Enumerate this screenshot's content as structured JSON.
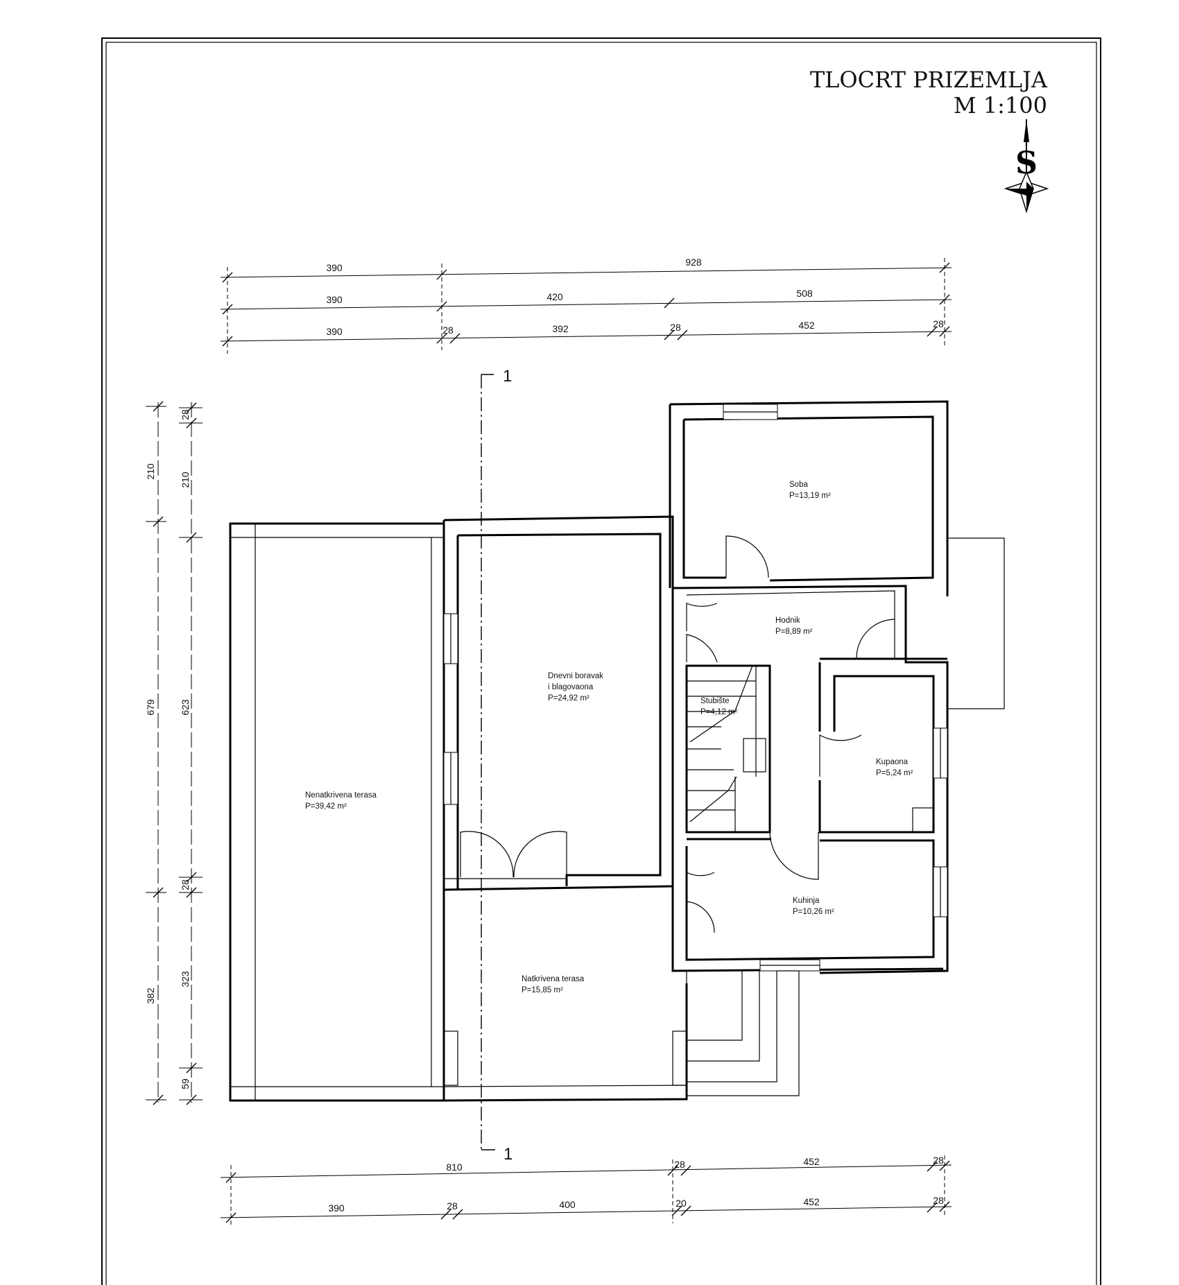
{
  "title": {
    "line1": "TLOCRT PRIZEMLJA",
    "line2": "M 1:100"
  },
  "north_label": "S",
  "section_label": "1",
  "dimensions": {
    "top_row1": [
      "390",
      "928"
    ],
    "top_row2": [
      "390",
      "420",
      "508"
    ],
    "top_row3": [
      "390",
      "28",
      "392",
      "28",
      "452",
      "28"
    ],
    "bottom_row1": [
      "810",
      "28",
      "452",
      "28"
    ],
    "bottom_row2": [
      "390",
      "28",
      "400",
      "20",
      "452",
      "28"
    ],
    "left_outer": [
      "210",
      "679",
      "382"
    ],
    "left_inner": [
      "28",
      "210",
      "623",
      "28",
      "323",
      "59"
    ]
  },
  "rooms": [
    {
      "name": "Soba",
      "area": "P=13,19 m²"
    },
    {
      "name": "Hodnik",
      "area": "P=8,89 m²"
    },
    {
      "name": "Dnevni boravak",
      "name2": "i blagovaona",
      "area": "P=24,92 m²"
    },
    {
      "name": "Stubište",
      "area": "P=4,12 m²"
    },
    {
      "name": "Kupaona",
      "area": "P=5,24 m²"
    },
    {
      "name": "Nenatkrivena terasa",
      "area": "P=39,42 m²"
    },
    {
      "name": "Kuhinja",
      "area": "P=10,26 m²"
    },
    {
      "name": "Natkrivena terasa",
      "area": "P=15,85 m²"
    }
  ]
}
